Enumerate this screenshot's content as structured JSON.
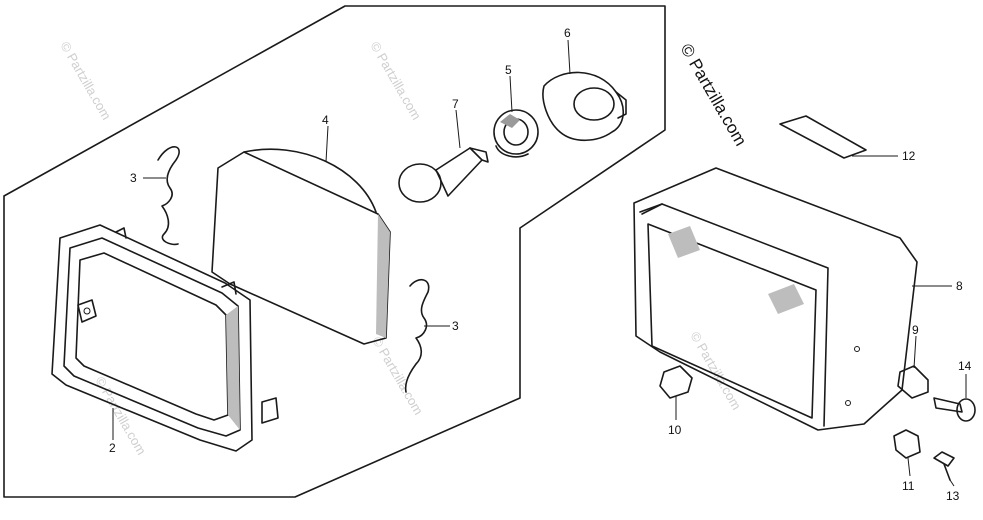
{
  "watermark": {
    "main_text": "© Partzilla.com",
    "faint_text": "© Partzilla.com"
  },
  "callouts": [
    {
      "id": "2",
      "label": "2"
    },
    {
      "id": "3a",
      "label": "3"
    },
    {
      "id": "3b",
      "label": "3"
    },
    {
      "id": "4",
      "label": "4"
    },
    {
      "id": "5",
      "label": "5"
    },
    {
      "id": "6",
      "label": "6"
    },
    {
      "id": "7",
      "label": "7"
    },
    {
      "id": "8",
      "label": "8"
    },
    {
      "id": "9",
      "label": "9"
    },
    {
      "id": "10",
      "label": "10"
    },
    {
      "id": "11",
      "label": "11"
    },
    {
      "id": "12",
      "label": "12"
    },
    {
      "id": "13",
      "label": "13"
    },
    {
      "id": "14",
      "label": "14"
    }
  ]
}
